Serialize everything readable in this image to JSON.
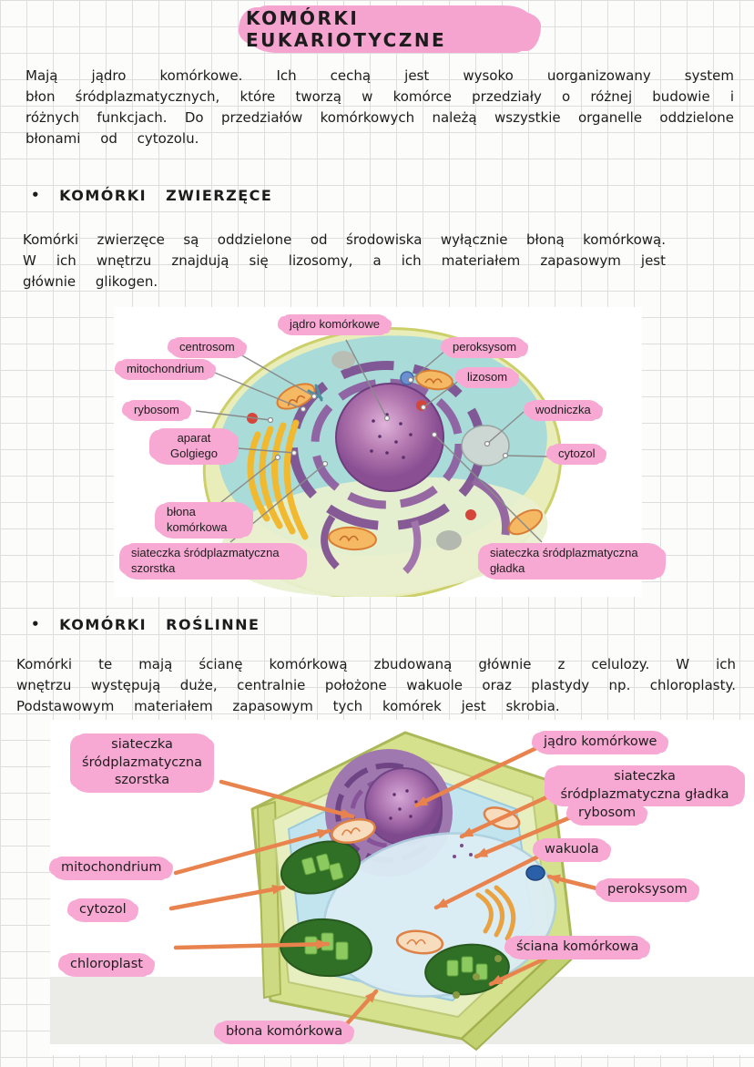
{
  "colors": {
    "highlight_pink": "#f5a3cf",
    "bubble_pink": "#f7a9d3",
    "arrow_orange": "#e8834e",
    "leader_gray": "#8a8a8a",
    "ink": "#1c1c1c"
  },
  "title": "KOMÓRKI EUKARIOTYCZNE",
  "intro": {
    "lines": [
      "Mają jądro komórkowe. Ich cechą jest wysoko uorganizowany system",
      "błon śródplazmatycznych, które tworzą w komórce przedziały o różnej budowie i",
      "różnych funkcjach. Do przedziałów komórkowych należą wszystkie organelle oddzielone",
      "błonami od cytozolu."
    ]
  },
  "animal_section": {
    "bullet": "•",
    "heading": "KOMÓRKI ZWIERZĘCE",
    "lines": [
      "Komórki zwierzęce są oddzielone od środowiska wyłącznie błoną komórkową.",
      "W ich wnętrzu znajdują się lizosomy, a ich materiałem zapasowym jest",
      "głównie glikogen."
    ],
    "labels": {
      "jadro": "jądro komórkowe",
      "centrosom": "centrosom",
      "mitochondrium": "mitochondrium",
      "peroksysom": "peroksysom",
      "lizosom": "lizosom",
      "rybosom": "rybosom",
      "wodniczka": "wodniczka",
      "aparat": "aparat Golgiego",
      "cytozol": "cytozol",
      "blona": "błona komórkowa",
      "er_szorstka": "siateczka śródplazmatyczna szorstka",
      "er_gladka": "siateczka śródplazmatyczna gładka"
    }
  },
  "plant_section": {
    "bullet": "•",
    "heading": "KOMÓRKI ROŚLINNE",
    "lines": [
      "Komórki te mają ścianę komórkową zbudowaną głównie z celulozy. W ich",
      "wnętrzu występują duże, centralnie położone wakuole oraz plastydy np. chloroplasty.",
      "Podstawowym materiałem zapasowym tych komórek jest skrobia."
    ],
    "labels": {
      "er_szorstka": "siateczka śródplazmatyczna szorstka",
      "mitochondrium": "mitochondrium",
      "cytozol": "cytozol",
      "chloroplast": "chloroplast",
      "blona": "błona komórkowa",
      "jadro": "jądro komórkowe",
      "er_gladka": "siateczka śródplazmatyczna gładka",
      "rybosom": "rybosom",
      "wakuola": "wakuola",
      "peroksysom": "peroksysom",
      "sciana": "ściana komórkowa"
    }
  }
}
